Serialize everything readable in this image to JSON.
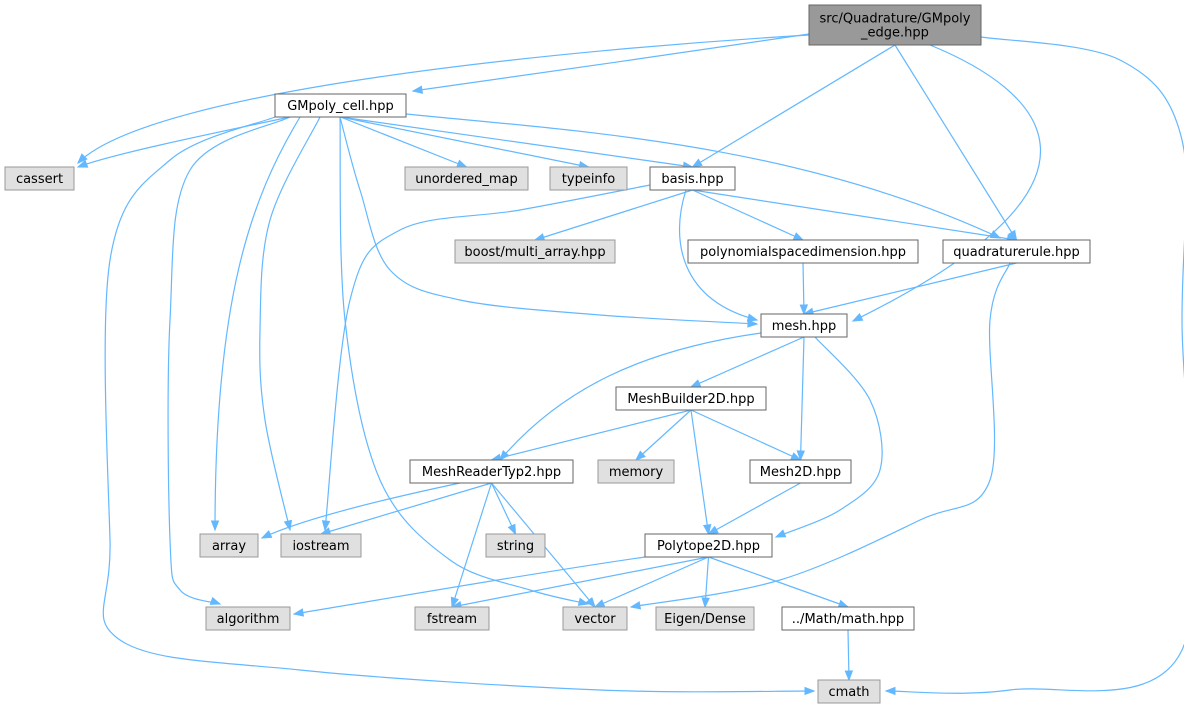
{
  "colors": {
    "edge": "#63b8ff",
    "root_fill": "#999999",
    "root_stroke": "#666666",
    "file_fill": "#ffffff",
    "file_stroke": "#666666",
    "system_fill": "#e0e0e0",
    "system_stroke": "#999999"
  },
  "nodes": [
    {
      "id": "root",
      "lines": [
        "src/Quadrature/GMpoly",
        "_edge.hpp"
      ],
      "kind": "root"
    },
    {
      "id": "gmpoly_cell",
      "lines": [
        "GMpoly_cell.hpp"
      ],
      "kind": "file"
    },
    {
      "id": "cassert",
      "lines": [
        "cassert"
      ],
      "kind": "system"
    },
    {
      "id": "unordered_map",
      "lines": [
        "unordered_map"
      ],
      "kind": "system"
    },
    {
      "id": "typeinfo",
      "lines": [
        "typeinfo"
      ],
      "kind": "system"
    },
    {
      "id": "basis",
      "lines": [
        "basis.hpp"
      ],
      "kind": "file"
    },
    {
      "id": "boost_multi_array",
      "lines": [
        "boost/multi_array.hpp"
      ],
      "kind": "system"
    },
    {
      "id": "polyspacedim",
      "lines": [
        "polynomialspacedimension.hpp"
      ],
      "kind": "file"
    },
    {
      "id": "quadraturerule",
      "lines": [
        "quadraturerule.hpp"
      ],
      "kind": "file"
    },
    {
      "id": "mesh",
      "lines": [
        "mesh.hpp"
      ],
      "kind": "file"
    },
    {
      "id": "meshbuilder",
      "lines": [
        "MeshBuilder2D.hpp"
      ],
      "kind": "file"
    },
    {
      "id": "meshreader",
      "lines": [
        "MeshReaderTyp2.hpp"
      ],
      "kind": "file"
    },
    {
      "id": "memory",
      "lines": [
        "memory"
      ],
      "kind": "system"
    },
    {
      "id": "mesh2d",
      "lines": [
        "Mesh2D.hpp"
      ],
      "kind": "file"
    },
    {
      "id": "array",
      "lines": [
        "array"
      ],
      "kind": "system"
    },
    {
      "id": "iostream",
      "lines": [
        "iostream"
      ],
      "kind": "system"
    },
    {
      "id": "string",
      "lines": [
        "string"
      ],
      "kind": "system"
    },
    {
      "id": "polytope",
      "lines": [
        "Polytope2D.hpp"
      ],
      "kind": "file"
    },
    {
      "id": "algorithm",
      "lines": [
        "algorithm"
      ],
      "kind": "system"
    },
    {
      "id": "fstream",
      "lines": [
        "fstream"
      ],
      "kind": "system"
    },
    {
      "id": "vector",
      "lines": [
        "vector"
      ],
      "kind": "system"
    },
    {
      "id": "eigen_dense",
      "lines": [
        "Eigen/Dense"
      ],
      "kind": "system"
    },
    {
      "id": "math",
      "lines": [
        "../Math/math.hpp"
      ],
      "kind": "file"
    },
    {
      "id": "cmath",
      "lines": [
        "cmath"
      ],
      "kind": "system"
    }
  ],
  "edges": [
    [
      "root",
      "gmpoly_cell"
    ],
    [
      "root",
      "cassert"
    ],
    [
      "root",
      "basis"
    ],
    [
      "root",
      "quadraturerule"
    ],
    [
      "root",
      "mesh"
    ],
    [
      "root",
      "cmath"
    ],
    [
      "gmpoly_cell",
      "cassert"
    ],
    [
      "gmpoly_cell",
      "unordered_map"
    ],
    [
      "gmpoly_cell",
      "typeinfo"
    ],
    [
      "gmpoly_cell",
      "basis"
    ],
    [
      "gmpoly_cell",
      "quadraturerule"
    ],
    [
      "gmpoly_cell",
      "mesh"
    ],
    [
      "gmpoly_cell",
      "array"
    ],
    [
      "gmpoly_cell",
      "iostream"
    ],
    [
      "gmpoly_cell",
      "algorithm"
    ],
    [
      "gmpoly_cell",
      "vector"
    ],
    [
      "gmpoly_cell",
      "cmath"
    ],
    [
      "basis",
      "boost_multi_array"
    ],
    [
      "basis",
      "polyspacedim"
    ],
    [
      "basis",
      "quadraturerule"
    ],
    [
      "basis",
      "mesh"
    ],
    [
      "basis",
      "iostream"
    ],
    [
      "polyspacedim",
      "mesh"
    ],
    [
      "quadraturerule",
      "mesh"
    ],
    [
      "quadraturerule",
      "vector"
    ],
    [
      "mesh",
      "meshbuilder"
    ],
    [
      "mesh",
      "meshreader"
    ],
    [
      "mesh",
      "mesh2d"
    ],
    [
      "mesh",
      "polytope"
    ],
    [
      "meshbuilder",
      "meshreader"
    ],
    [
      "meshbuilder",
      "memory"
    ],
    [
      "meshbuilder",
      "mesh2d"
    ],
    [
      "meshbuilder",
      "polytope"
    ],
    [
      "meshreader",
      "array"
    ],
    [
      "meshreader",
      "iostream"
    ],
    [
      "meshreader",
      "string"
    ],
    [
      "meshreader",
      "fstream"
    ],
    [
      "meshreader",
      "vector"
    ],
    [
      "mesh2d",
      "polytope"
    ],
    [
      "polytope",
      "algorithm"
    ],
    [
      "polytope",
      "fstream"
    ],
    [
      "polytope",
      "vector"
    ],
    [
      "polytope",
      "eigen_dense"
    ],
    [
      "polytope",
      "math"
    ],
    [
      "math",
      "cmath"
    ]
  ]
}
